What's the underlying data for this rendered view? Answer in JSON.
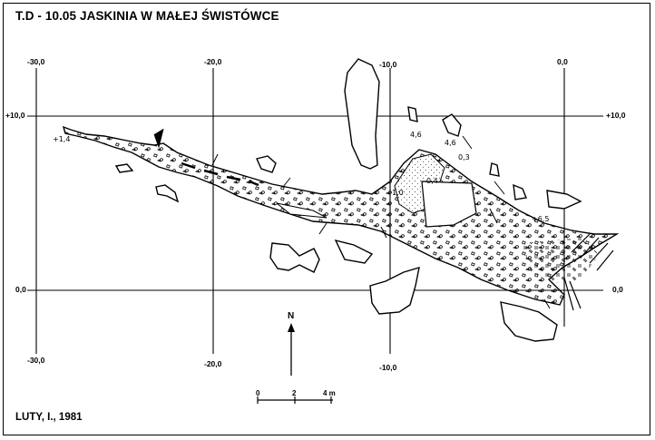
{
  "title": "T.D - 10.05 JASKINIA W MAŁEJ ŚWISTÓWCE",
  "author": "LUTY, I., 1981",
  "north_arrow": "N",
  "grid": {
    "x_labels_top": [
      "-30,0",
      "-20,0",
      "-10,0",
      "0,0"
    ],
    "x_labels_bottom": [
      "-30,0",
      "-20,0",
      "-10,0"
    ],
    "y_labels_left": [
      "+10,0",
      "0,0"
    ],
    "y_labels_right": [
      "+10,0",
      "0,0"
    ]
  },
  "scale_bar": {
    "labels": [
      "0",
      "2",
      "4 m"
    ]
  },
  "depth_labels": [
    "+1,4",
    "4,6",
    "4,6",
    "0,3",
    "0,4",
    "1,0",
    "+6,5"
  ],
  "colors": {
    "ink": "#000000",
    "paper": "#ffffff"
  }
}
